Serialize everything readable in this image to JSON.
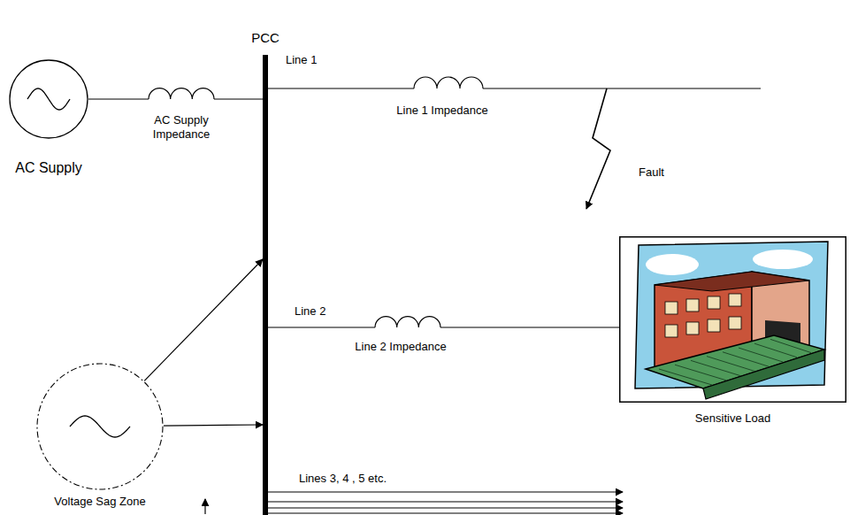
{
  "diagram": {
    "nodes": [
      {
        "text": [
          "PCC"
        ]
      },
      {
        "text": [
          "AC Supply"
        ]
      },
      {
        "text": [
          "Sensitive Load"
        ]
      },
      {
        "text": [
          "Voltage Sag Zone"
        ]
      }
    ],
    "edges": [
      {
        "from": 1,
        "to": 0,
        "arrow": "none"
      },
      {
        "from": 0,
        "to": 2,
        "arrow": "none"
      },
      {
        "from": 3,
        "to": 0,
        "arrow": "to"
      },
      {
        "from": 3,
        "to": 0,
        "arrow": "to"
      }
    ],
    "labels": [
      "Line 1",
      "Line 1 Impedance",
      "Fault",
      "AC Supply Impedance",
      "Line 2",
      "Line 2 Impedance",
      "Lines 3, 4 , 5 etc."
    ]
  }
}
